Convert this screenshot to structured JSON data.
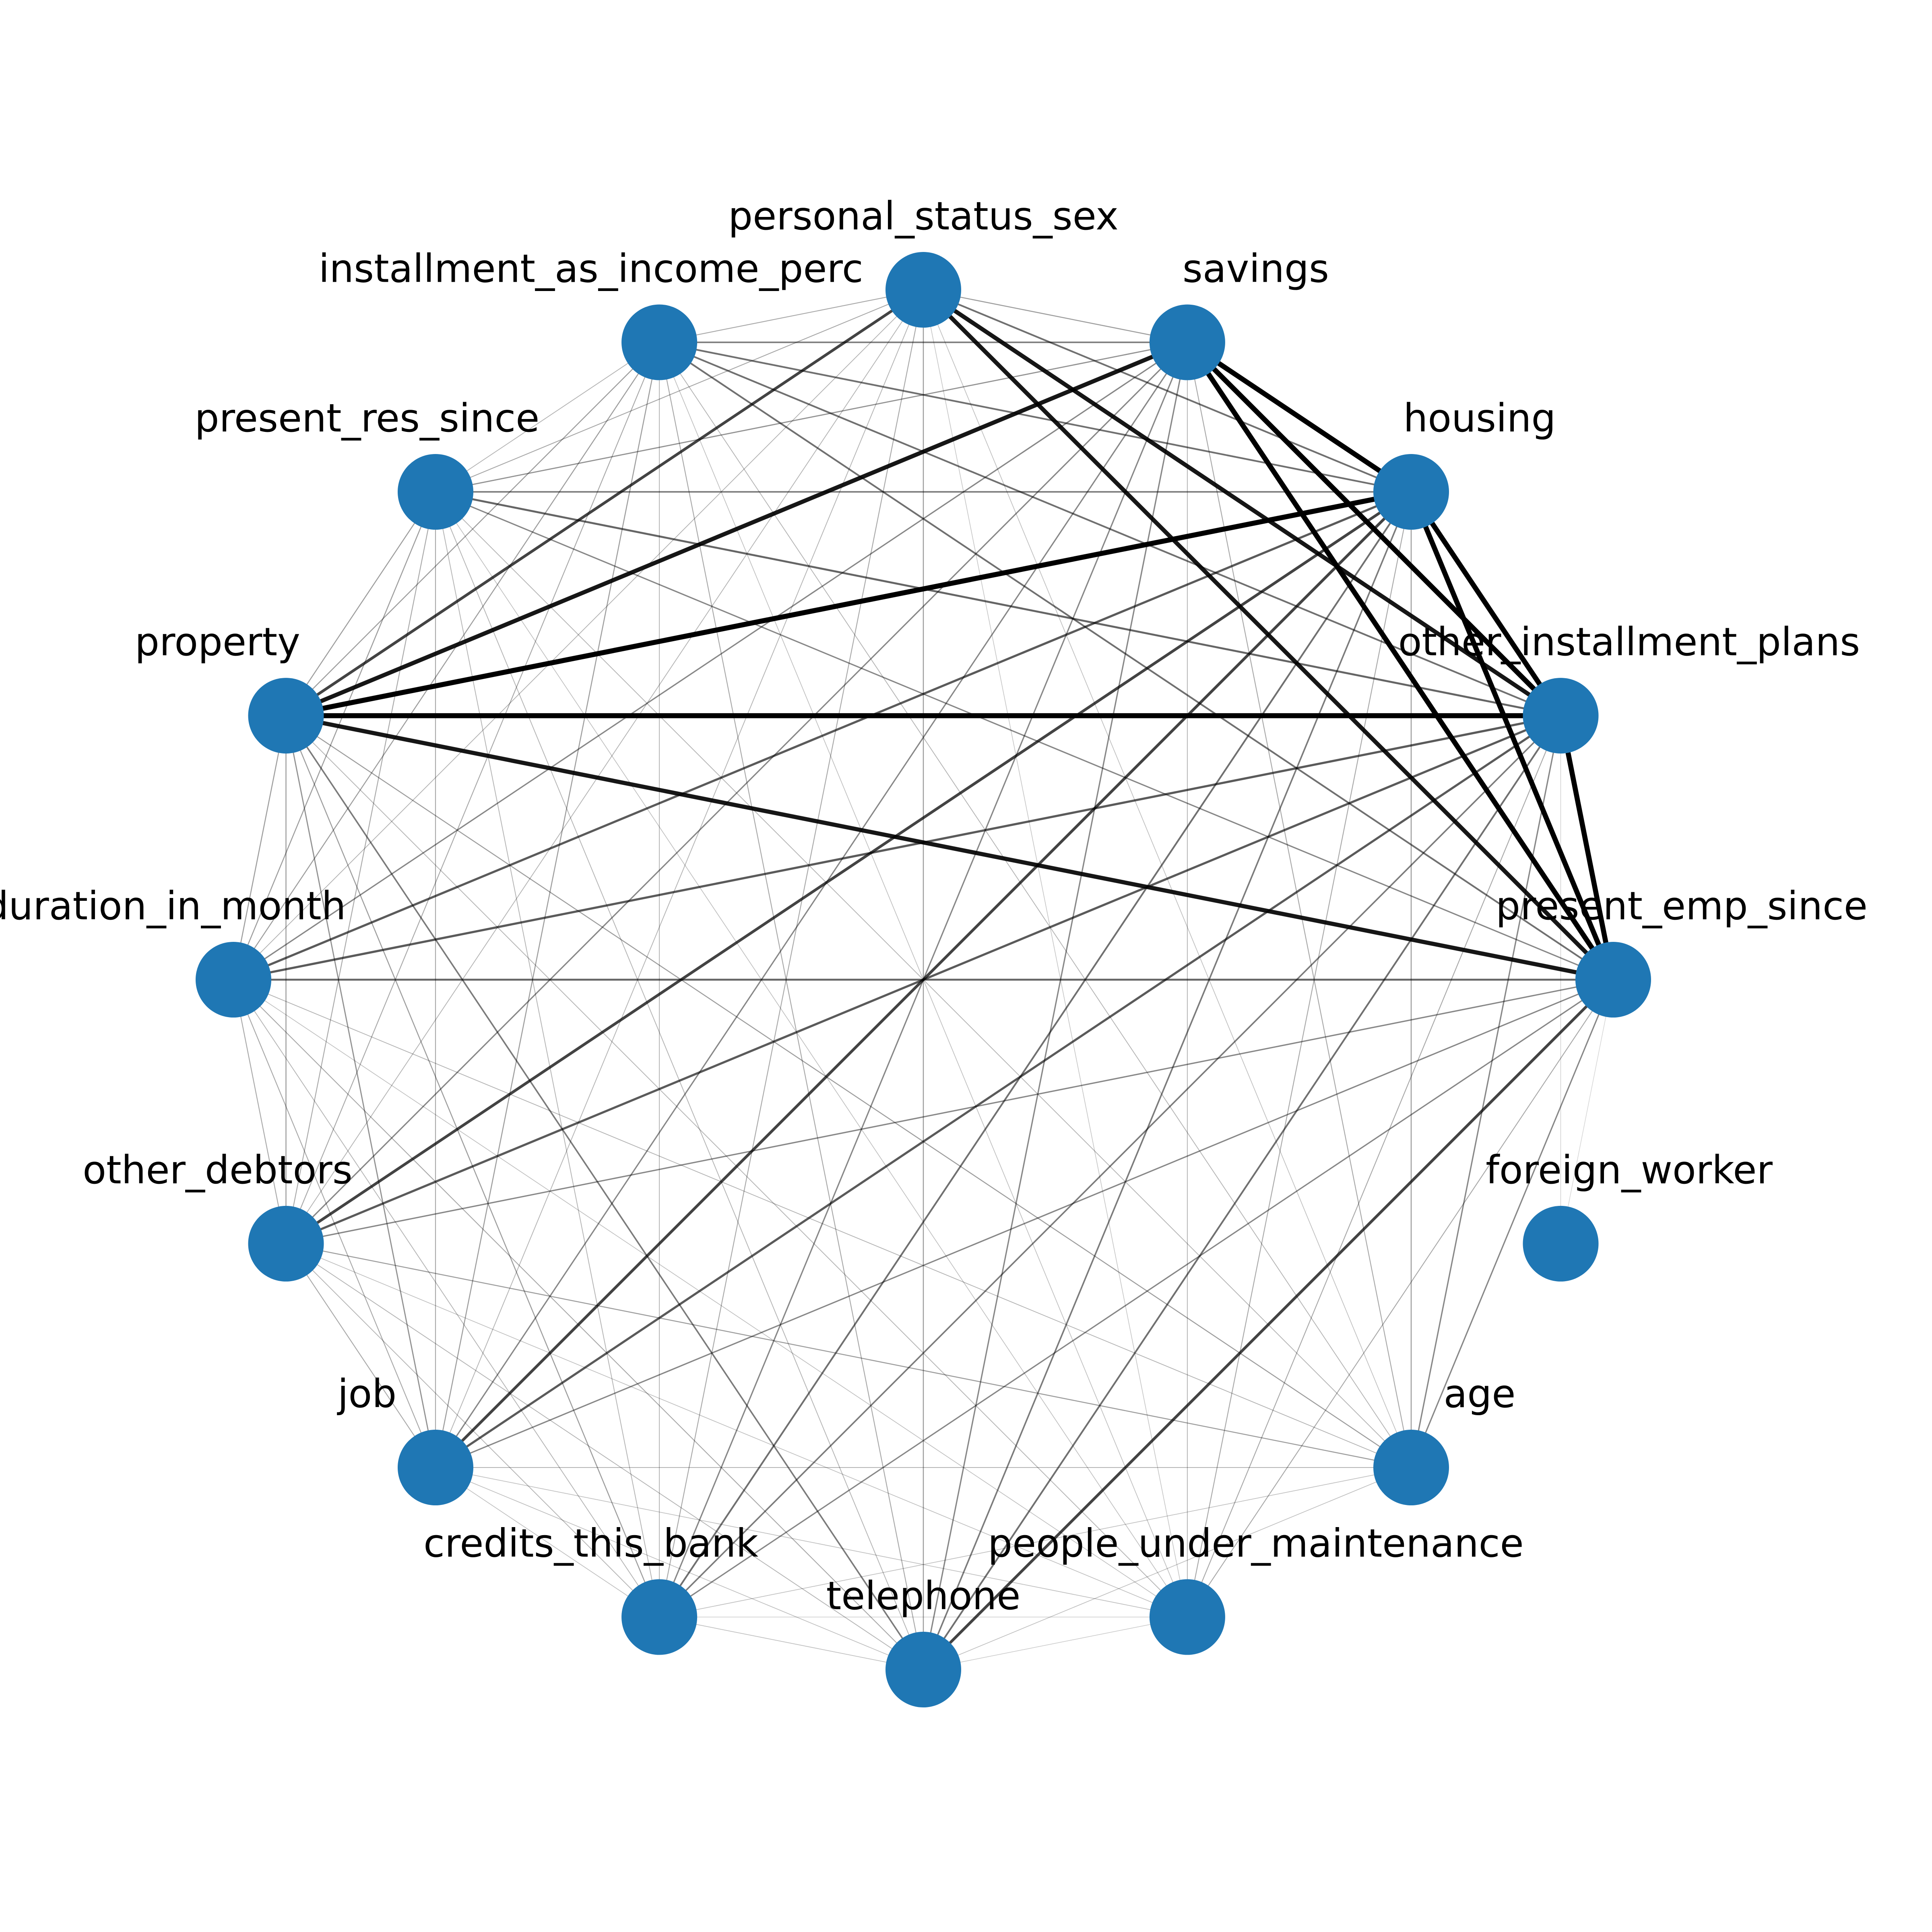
{
  "colors": {
    "node_fill": "#1f77b4",
    "edge": "#000000",
    "background": "#ffffff"
  },
  "graph": {
    "nodes": [
      {
        "id": "personal_status_sex",
        "label": "personal_status_sex"
      },
      {
        "id": "savings",
        "label": "savings"
      },
      {
        "id": "housing",
        "label": "housing"
      },
      {
        "id": "other_installment_plans",
        "label": "other_installment_plans"
      },
      {
        "id": "present_emp_since",
        "label": "present_emp_since"
      },
      {
        "id": "foreign_worker",
        "label": "foreign_worker"
      },
      {
        "id": "age",
        "label": "age"
      },
      {
        "id": "people_under_maintenance",
        "label": "people_under_maintenance"
      },
      {
        "id": "telephone",
        "label": "telephone"
      },
      {
        "id": "credits_this_bank",
        "label": "credits_this_bank"
      },
      {
        "id": "job",
        "label": "job"
      },
      {
        "id": "other_debtors",
        "label": "other_debtors"
      },
      {
        "id": "duration_in_month",
        "label": "duration_in_month"
      },
      {
        "id": "property",
        "label": "property"
      },
      {
        "id": "present_res_since",
        "label": "present_res_since"
      },
      {
        "id": "installment_as_income_perc",
        "label": "installment_as_income_perc"
      }
    ],
    "edges": [
      [
        "personal_status_sex",
        "savings",
        0.3
      ],
      [
        "personal_status_sex",
        "housing",
        0.5
      ],
      [
        "personal_status_sex",
        "other_installment_plans",
        0.9
      ],
      [
        "personal_status_sex",
        "present_emp_since",
        0.9
      ],
      [
        "personal_status_sex",
        "age",
        0.15
      ],
      [
        "personal_status_sex",
        "people_under_maintenance",
        0.12
      ],
      [
        "personal_status_sex",
        "telephone",
        0.3
      ],
      [
        "personal_status_sex",
        "credits_this_bank",
        0.25
      ],
      [
        "personal_status_sex",
        "job",
        0.2
      ],
      [
        "personal_status_sex",
        "other_debtors",
        0.2
      ],
      [
        "personal_status_sex",
        "duration_in_month",
        0.2
      ],
      [
        "personal_status_sex",
        "property",
        0.7
      ],
      [
        "personal_status_sex",
        "present_res_since",
        0.25
      ],
      [
        "personal_status_sex",
        "installment_as_income_perc",
        0.25
      ],
      [
        "savings",
        "housing",
        1.0
      ],
      [
        "savings",
        "other_installment_plans",
        1.0
      ],
      [
        "savings",
        "present_emp_since",
        1.0
      ],
      [
        "savings",
        "age",
        0.25
      ],
      [
        "savings",
        "people_under_maintenance",
        0.2
      ],
      [
        "savings",
        "telephone",
        0.4
      ],
      [
        "savings",
        "credits_this_bank",
        0.4
      ],
      [
        "savings",
        "job",
        0.4
      ],
      [
        "savings",
        "other_debtors",
        0.4
      ],
      [
        "savings",
        "duration_in_month",
        0.4
      ],
      [
        "savings",
        "property",
        0.9
      ],
      [
        "savings",
        "present_res_since",
        0.35
      ],
      [
        "savings",
        "installment_as_income_perc",
        0.45
      ],
      [
        "housing",
        "other_installment_plans",
        1.0
      ],
      [
        "housing",
        "present_emp_since",
        1.0
      ],
      [
        "housing",
        "age",
        0.3
      ],
      [
        "housing",
        "people_under_maintenance",
        0.25
      ],
      [
        "housing",
        "telephone",
        0.45
      ],
      [
        "housing",
        "credits_this_bank",
        0.5
      ],
      [
        "housing",
        "job",
        0.7
      ],
      [
        "housing",
        "other_debtors",
        0.7
      ],
      [
        "housing",
        "duration_in_month",
        0.6
      ],
      [
        "housing",
        "property",
        1.0
      ],
      [
        "housing",
        "present_res_since",
        0.45
      ],
      [
        "housing",
        "installment_as_income_perc",
        0.5
      ],
      [
        "other_installment_plans",
        "present_emp_since",
        1.0
      ],
      [
        "other_installment_plans",
        "foreign_worker",
        0.08
      ],
      [
        "other_installment_plans",
        "age",
        0.4
      ],
      [
        "other_installment_plans",
        "people_under_maintenance",
        0.25
      ],
      [
        "other_installment_plans",
        "telephone",
        0.5
      ],
      [
        "other_installment_plans",
        "credits_this_bank",
        0.45
      ],
      [
        "other_installment_plans",
        "job",
        0.6
      ],
      [
        "other_installment_plans",
        "other_debtors",
        0.6
      ],
      [
        "other_installment_plans",
        "duration_in_month",
        0.6
      ],
      [
        "other_installment_plans",
        "property",
        1.0
      ],
      [
        "other_installment_plans",
        "present_res_since",
        0.55
      ],
      [
        "other_installment_plans",
        "installment_as_income_perc",
        0.5
      ],
      [
        "present_emp_since",
        "foreign_worker",
        0.05
      ],
      [
        "present_emp_since",
        "age",
        0.4
      ],
      [
        "present_emp_since",
        "people_under_maintenance",
        0.25
      ],
      [
        "present_emp_since",
        "telephone",
        0.7
      ],
      [
        "present_emp_since",
        "credits_this_bank",
        0.4
      ],
      [
        "present_emp_since",
        "job",
        0.4
      ],
      [
        "present_emp_since",
        "other_debtors",
        0.4
      ],
      [
        "present_emp_since",
        "duration_in_month",
        0.55
      ],
      [
        "present_emp_since",
        "property",
        0.9
      ],
      [
        "present_emp_since",
        "present_res_since",
        0.4
      ],
      [
        "present_emp_since",
        "installment_as_income_perc",
        0.5
      ],
      [
        "age",
        "telephone",
        0.15
      ],
      [
        "age",
        "credits_this_bank",
        0.15
      ],
      [
        "age",
        "job",
        0.2
      ],
      [
        "age",
        "other_debtors",
        0.3
      ],
      [
        "age",
        "duration_in_month",
        0.2
      ],
      [
        "age",
        "property",
        0.3
      ],
      [
        "age",
        "present_res_since",
        0.2
      ],
      [
        "age",
        "installment_as_income_perc",
        0.2
      ],
      [
        "people_under_maintenance",
        "telephone",
        0.1
      ],
      [
        "people_under_maintenance",
        "credits_this_bank",
        0.1
      ],
      [
        "people_under_maintenance",
        "job",
        0.15
      ],
      [
        "people_under_maintenance",
        "other_debtors",
        0.15
      ],
      [
        "people_under_maintenance",
        "duration_in_month",
        0.15
      ],
      [
        "people_under_maintenance",
        "property",
        0.2
      ],
      [
        "people_under_maintenance",
        "present_res_since",
        0.15
      ],
      [
        "people_under_maintenance",
        "installment_as_income_perc",
        0.15
      ],
      [
        "telephone",
        "credits_this_bank",
        0.15
      ],
      [
        "telephone",
        "job",
        0.15
      ],
      [
        "telephone",
        "other_debtors",
        0.2
      ],
      [
        "telephone",
        "duration_in_month",
        0.25
      ],
      [
        "telephone",
        "property",
        0.45
      ],
      [
        "telephone",
        "present_res_since",
        0.2
      ],
      [
        "telephone",
        "installment_as_income_perc",
        0.25
      ],
      [
        "credits_this_bank",
        "job",
        0.15
      ],
      [
        "credits_this_bank",
        "other_debtors",
        0.2
      ],
      [
        "credits_this_bank",
        "duration_in_month",
        0.2
      ],
      [
        "credits_this_bank",
        "property",
        0.3
      ],
      [
        "credits_this_bank",
        "present_res_since",
        0.2
      ],
      [
        "credits_this_bank",
        "installment_as_income_perc",
        0.2
      ],
      [
        "job",
        "other_debtors",
        0.25
      ],
      [
        "job",
        "duration_in_month",
        0.25
      ],
      [
        "job",
        "property",
        0.35
      ],
      [
        "job",
        "present_res_since",
        0.25
      ],
      [
        "job",
        "installment_as_income_perc",
        0.3
      ],
      [
        "other_debtors",
        "duration_in_month",
        0.25
      ],
      [
        "other_debtors",
        "property",
        0.3
      ],
      [
        "other_debtors",
        "present_res_since",
        0.25
      ],
      [
        "other_debtors",
        "installment_as_income_perc",
        0.25
      ],
      [
        "duration_in_month",
        "property",
        0.3
      ],
      [
        "duration_in_month",
        "present_res_since",
        0.3
      ],
      [
        "duration_in_month",
        "installment_as_income_perc",
        0.3
      ],
      [
        "property",
        "present_res_since",
        0.3
      ],
      [
        "property",
        "installment_as_income_perc",
        0.3
      ],
      [
        "present_res_since",
        "installment_as_income_perc",
        0.2
      ]
    ]
  }
}
